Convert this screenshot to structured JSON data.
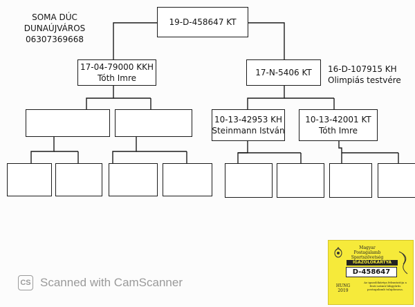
{
  "owner": {
    "name": "SOMA DÚC",
    "city": "DUNAÚJVÁROS",
    "phone": "06307369668"
  },
  "pigeon": {
    "ring": "19-D-458647 KT"
  },
  "sire": {
    "ring": "17-04-79000 KKH",
    "breeder": "Tóth Imre"
  },
  "dam": {
    "ring": "17-N-5406 KT"
  },
  "dam_sibling": {
    "ring": "16-D-107915 KH",
    "note": "Olimpiás testvére"
  },
  "dam_sire": {
    "ring": "10-13-42953 KH",
    "breeder": "Steinmann István"
  },
  "dam_dam": {
    "ring": "10-13-42001 KT",
    "breeder": "Tóth Imre"
  },
  "card": {
    "association": "Magyar Postagalamb Sportszövetség",
    "title": "IGAZOLÓKÁRTYA",
    "number": "D-458647",
    "country_year": "HUNG 2019",
    "note": "Az igazolókártya felmutatója a fenti számú lábgyűrűs postagalamb tulajdonosa.",
    "color": "#f6ea3a"
  },
  "watermark": {
    "logo": "CS",
    "text": "Scanned with CamScanner"
  }
}
